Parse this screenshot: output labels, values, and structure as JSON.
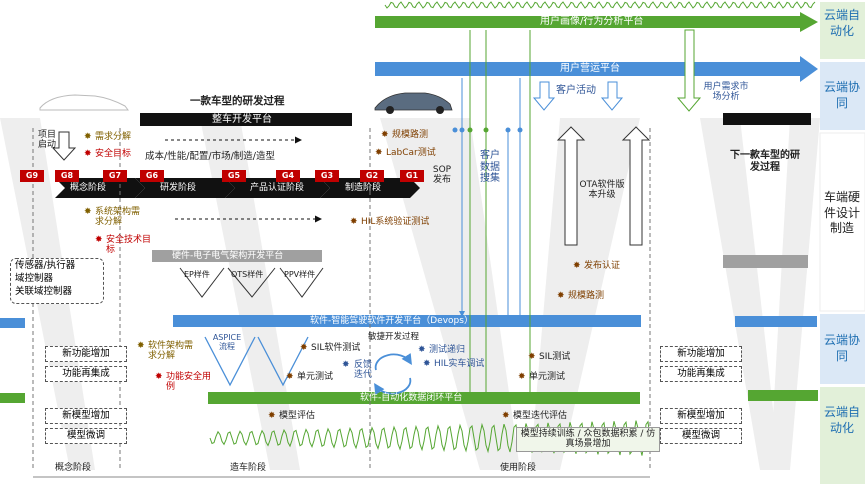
{
  "colors": {
    "green": "#55a632",
    "blue": "#4a8fd8",
    "black": "#000000",
    "gray": "#a6a6a6",
    "red": "#c00000",
    "orange": "#ed7d31",
    "sideblue": "#dbe8f6",
    "sidegreen": "#e2f0d9"
  },
  "platforms": {
    "user_profile": "用户画像/行为分析平台",
    "user_ops": "用户营运平台",
    "vehicle_dev": "整车开发平台",
    "hw_ee": "硬件-电子电气架构开发平台",
    "sw_devops": "软件-智能驾驶软件开发平台（Devops）",
    "sw_data": "软件-自动化数据闭环平台"
  },
  "sidebar": {
    "cloud_auto_top": "云端自动化",
    "cloud_coop_top": "云端协同",
    "vehicle_hw": "车端硬件设计制造",
    "cloud_coop_bottom": "云端协同",
    "cloud_auto_bottom": "云端自动化"
  },
  "titles": {
    "one_vehicle": "一款车型的研发过程",
    "next_vehicle": "下一款车型的研发过程",
    "project_start": "项目启动",
    "attributes": "成本/性能/配置/市场/制造/造型"
  },
  "gates": [
    "G9",
    "G8",
    "G7",
    "G6",
    "G5",
    "G4",
    "G3",
    "G2",
    "G1"
  ],
  "stages": {
    "concept": "概念阶段",
    "dev": "研发阶段",
    "cert": "产品认证阶段",
    "mfg": "制造阶段",
    "sop": "SOP发布"
  },
  "items": {
    "req_decomp": "需求分解",
    "safety_target": "安全目标",
    "sys_arch": "系统架构需求分解",
    "safety_tech": "安全技术目标",
    "scale_road": "规模路测",
    "labcar": "LabCar测试",
    "hil_sys": "HIL系统验证测试",
    "customer_data": "客户数据搜集",
    "customer_activity": "客户活动",
    "ota": "OTA软件版本升级",
    "user_demand": "用户需求市场分析",
    "release_cert": "发布认证",
    "scale_road2": "规模路测",
    "ep": "EP样件",
    "ots": "OTS样件",
    "ppv": "PPV样件",
    "sensors": "传感器/执行器",
    "domain_ctrl": "域控制器",
    "assoc_ctrl": "关联域控制器",
    "sw_arch": "软件架构需求分解",
    "func_safety": "功能安全用例",
    "aspice": "ASPICE流程",
    "sil_test": "SIL软件测试",
    "unit_test": "单元测试",
    "agile": "敏捷开发过程",
    "regression": "测试递归",
    "feedback": "反馈迭代",
    "hil_real": "HIL实车调试",
    "sil_test2": "SIL测试",
    "unit_test2": "单元测试",
    "model_eval": "模型评估",
    "model_iter": "模型迭代评估",
    "model_train": "模型持续训练 / 众包数据积累 / 仿真场景增加"
  },
  "boxes": {
    "new_func": "新功能增加",
    "func_integ": "功能再集成",
    "new_model": "新模型增加",
    "model_tune": "模型微调"
  },
  "phases": {
    "concept": "概念阶段",
    "build": "造车阶段",
    "use": "使用阶段"
  }
}
